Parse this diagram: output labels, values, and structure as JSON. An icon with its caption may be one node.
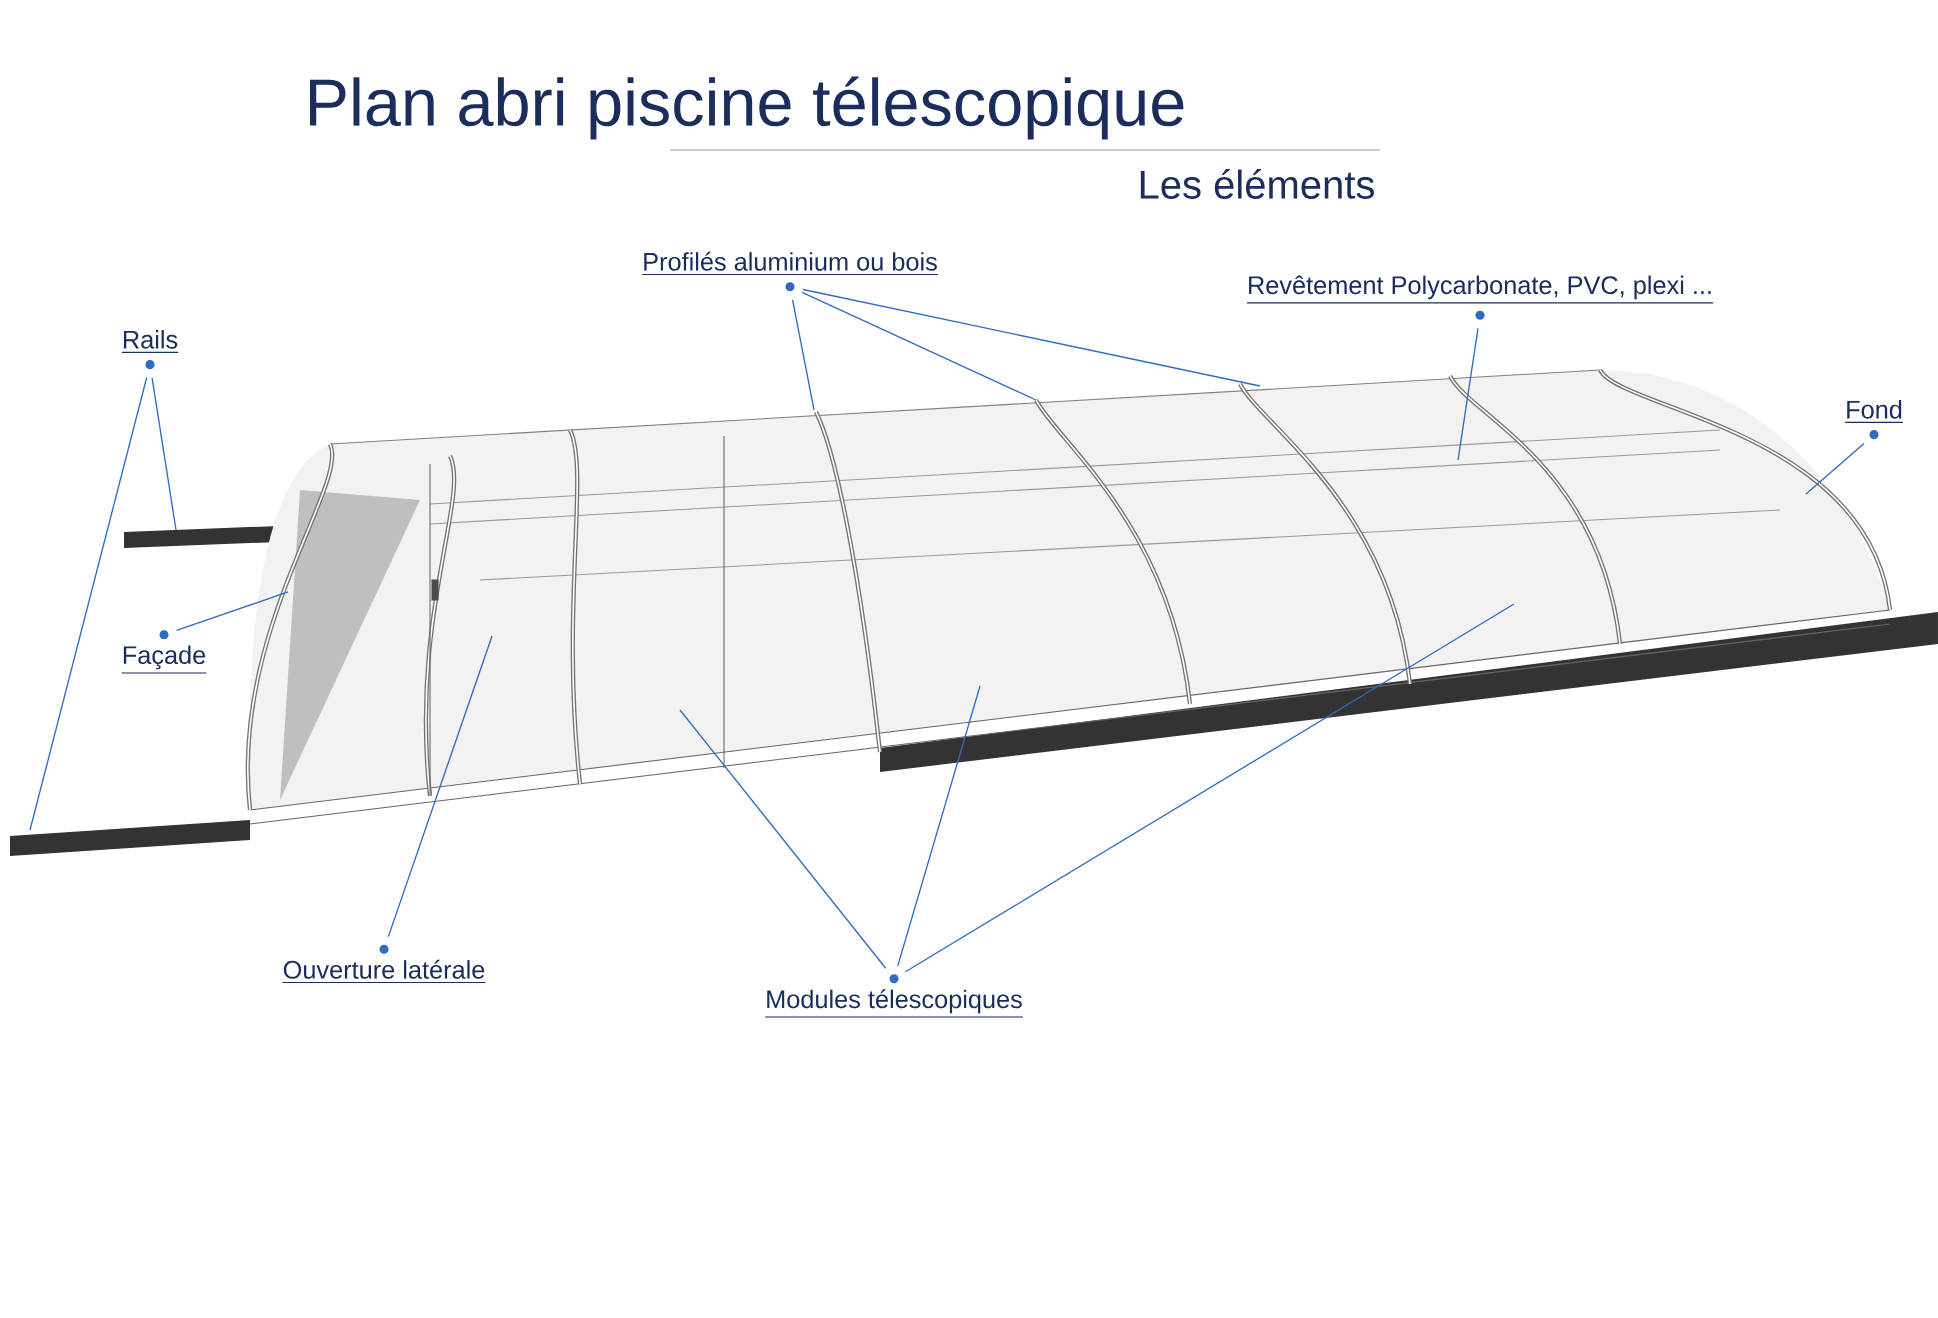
{
  "diagram": {
    "title": "Plan abri piscine télescopique",
    "nodes": [
      {
        "text": [
          "Rails"
        ]
      },
      {
        "text": [
          "Profilés aluminium ou bois"
        ]
      },
      {
        "text": [
          "Revêtement Polycarbonate, PVC, plexi ..."
        ]
      },
      {
        "text": [
          "Fond"
        ]
      },
      {
        "text": [
          "Façade"
        ]
      },
      {
        "text": [
          "Ouverture latérale"
        ]
      },
      {
        "text": [
          "Modules télescopiques"
        ]
      }
    ],
    "edges": [
      {
        "from": 0,
        "to": null,
        "arrow": "none"
      },
      {
        "from": 0,
        "to": null,
        "arrow": "none"
      },
      {
        "from": 1,
        "to": null,
        "arrow": "none"
      },
      {
        "from": 1,
        "to": null,
        "arrow": "none"
      },
      {
        "from": 1,
        "to": null,
        "arrow": "none"
      },
      {
        "from": 2,
        "to": null,
        "arrow": "none"
      },
      {
        "from": 3,
        "to": null,
        "arrow": "none"
      },
      {
        "from": 4,
        "to": null,
        "arrow": "none"
      },
      {
        "from": 5,
        "to": null,
        "arrow": "none"
      },
      {
        "from": 6,
        "to": null,
        "arrow": "none"
      },
      {
        "from": 6,
        "to": null,
        "arrow": "none"
      },
      {
        "from": 6,
        "to": null,
        "arrow": "none"
      }
    ],
    "labels": [
      "Les éléments"
    ]
  }
}
